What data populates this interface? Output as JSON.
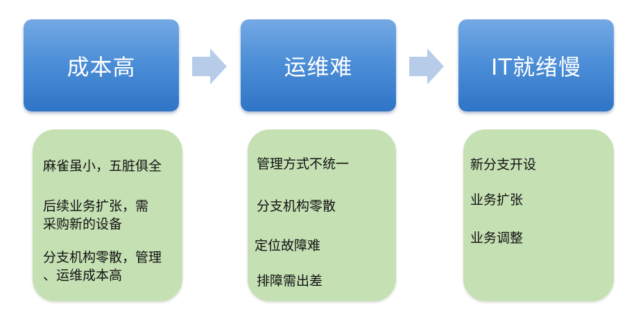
{
  "columns": [
    {
      "title": "成本高",
      "items": [
        {
          "lines": [
            "麻雀虽小，五脏俱全"
          ]
        },
        {
          "lines": [
            "后续业务扩张，需",
            "采购新的设备"
          ]
        },
        {
          "lines": [
            "分支机构零散，管理",
            "、运维成本高"
          ]
        }
      ]
    },
    {
      "title": "运维难",
      "items": [
        {
          "lines": [
            "管理方式不统一"
          ]
        },
        {
          "lines": [
            "分支机构零散"
          ]
        },
        {
          "lines": [
            "定位故障难"
          ]
        },
        {
          "lines": [
            "排障需出差"
          ]
        }
      ]
    },
    {
      "title": "IT就绪慢",
      "items": [
        {
          "lines": [
            "新分支开设"
          ]
        },
        {
          "lines": [
            "业务扩张"
          ]
        },
        {
          "lines": [
            "业务调整"
          ]
        }
      ]
    }
  ],
  "colors": {
    "header_top": "#74a9e4",
    "header_bottom": "#2f74c6",
    "arrow": "#b6cce9",
    "card": "#c5e0b3",
    "text_dark": "#111111",
    "text_light": "#ffffff"
  }
}
